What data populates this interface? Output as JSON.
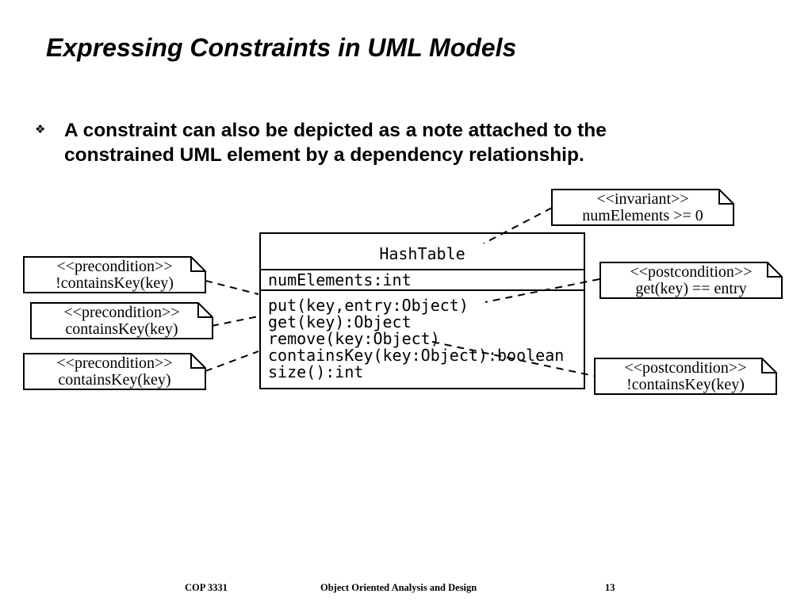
{
  "slide": {
    "title": "Expressing Constraints in UML Models",
    "bullet": {
      "marker": "❖",
      "text": "A constraint can also be depicted as a note attached to the constrained UML element by a dependency relationship."
    },
    "uml_class": {
      "name": "HashTable",
      "attributes": [
        "numElements:int"
      ],
      "methods": [
        "put(key,entry:Object)",
        "get(key):Object",
        "remove(key:Object)",
        "containsKey(key:Object):boolean",
        "size():int"
      ]
    },
    "notes": [
      {
        "stereotype": "<<invariant>>",
        "expression": "numElements >= 0"
      },
      {
        "stereotype": "<<precondition>>",
        "expression": "!containsKey(key)"
      },
      {
        "stereotype": "<<precondition>>",
        "expression": "containsKey(key)"
      },
      {
        "stereotype": "<<precondition>>",
        "expression": "containsKey(key)"
      },
      {
        "stereotype": "<<postcondition>>",
        "expression": "get(key) == entry"
      },
      {
        "stereotype": "<<postcondition>>",
        "expression": "!containsKey(key)"
      }
    ],
    "footer": {
      "course_code": "COP 3331",
      "course_name": "Object Oriented Analysis and Design",
      "page_number": "13"
    },
    "colors": {
      "ink": "#000000",
      "background": "#ffffff"
    }
  }
}
